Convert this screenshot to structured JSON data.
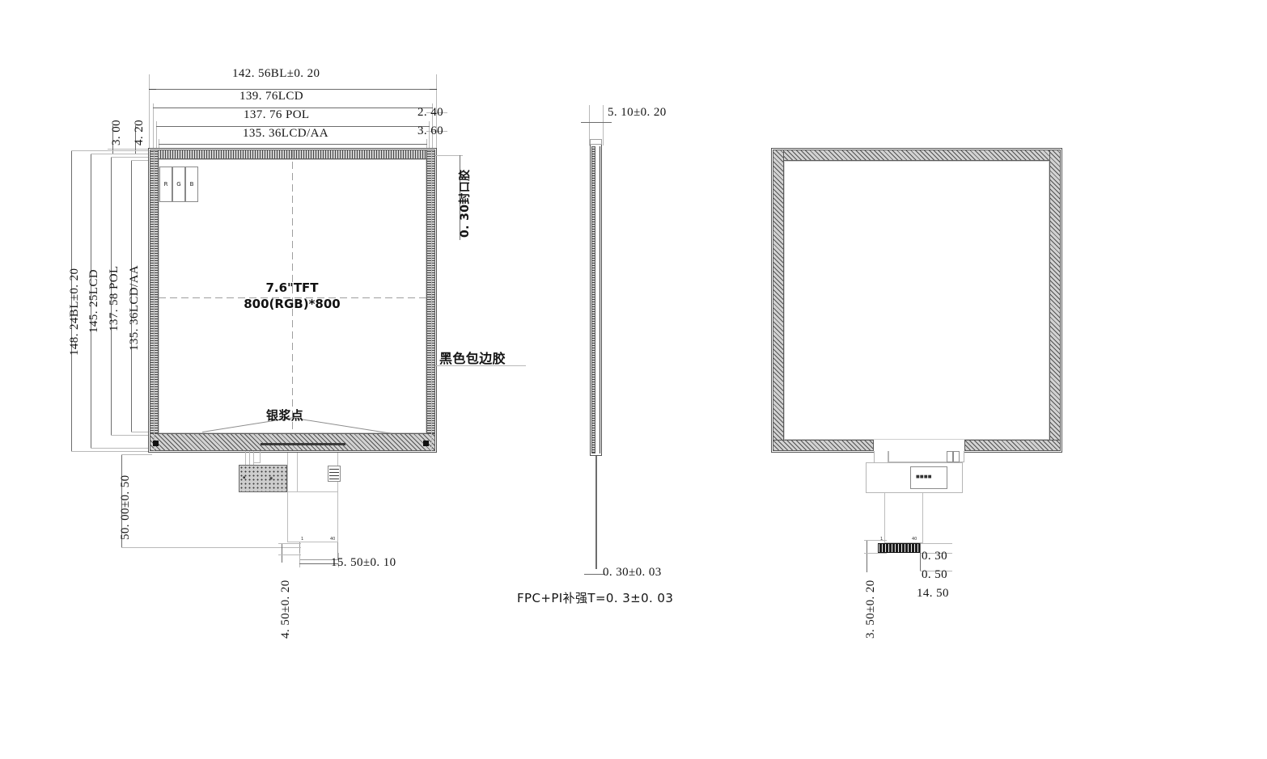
{
  "drawing": {
    "title": "LCD Module Mechanical Outline Drawing",
    "panel": {
      "line1": "7.6\"TFT",
      "line2": "800(RGB)*800"
    },
    "front_view": {
      "top_dims": [
        {
          "id": "bl_width",
          "text": "142. 56BL±0. 20"
        },
        {
          "id": "lcd_width",
          "text": "139. 76LCD"
        },
        {
          "id": "pol_width",
          "text": "137. 76  POL"
        },
        {
          "id": "aa_width",
          "text": "135. 36LCD/AA"
        }
      ],
      "top_left_offsets": [
        {
          "id": "off_300",
          "text": "3. 00"
        },
        {
          "id": "off_420",
          "text": "4. 20"
        }
      ],
      "top_right_offsets": [
        {
          "id": "off_240",
          "text": "2. 40"
        },
        {
          "id": "off_360",
          "text": "3. 60"
        }
      ],
      "left_dims": [
        {
          "id": "bl_height",
          "text": "148. 24BL±0. 20"
        },
        {
          "id": "lcd_height",
          "text": "145. 25LCD"
        },
        {
          "id": "pol_height",
          "text": "137. 58  POL"
        },
        {
          "id": "aa_height",
          "text": "135. 36LCD/AA"
        }
      ],
      "bottom_dims": [
        {
          "id": "fpc_length",
          "text": "50. 00±0. 50"
        },
        {
          "id": "fpc_tail",
          "text": "4. 50±0. 20"
        },
        {
          "id": "fpc_width",
          "text": "15. 50±0. 10"
        }
      ],
      "annotations": [
        {
          "id": "seal_glue",
          "text": "0. 30封口胶"
        },
        {
          "id": "black_edge_glue",
          "text": "黑色包边胶"
        },
        {
          "id": "silver_paste",
          "text": "银浆点"
        }
      ],
      "rgb_cells": [
        "R",
        "G",
        "B"
      ]
    },
    "side_view": {
      "thickness_dim": "5. 10±0. 20",
      "fpc_thickness_dim": "0. 30±0. 03",
      "note": "FPC+PI补强T=0. 3±0. 03"
    },
    "back_view": {
      "dims": [
        {
          "id": "d_030",
          "text": "0. 30"
        },
        {
          "id": "d_050",
          "text": "0. 50"
        },
        {
          "id": "d_1450",
          "text": "14. 50"
        },
        {
          "id": "d_350",
          "text": "3. 50±0. 20"
        }
      ],
      "connector_label": "■■■■"
    },
    "colors": {
      "line": "#9a9a9a",
      "line_dark": "#3a3a3a",
      "hatch_fill": "#d2d2d2",
      "text": "#141414",
      "background": "#ffffff"
    }
  }
}
